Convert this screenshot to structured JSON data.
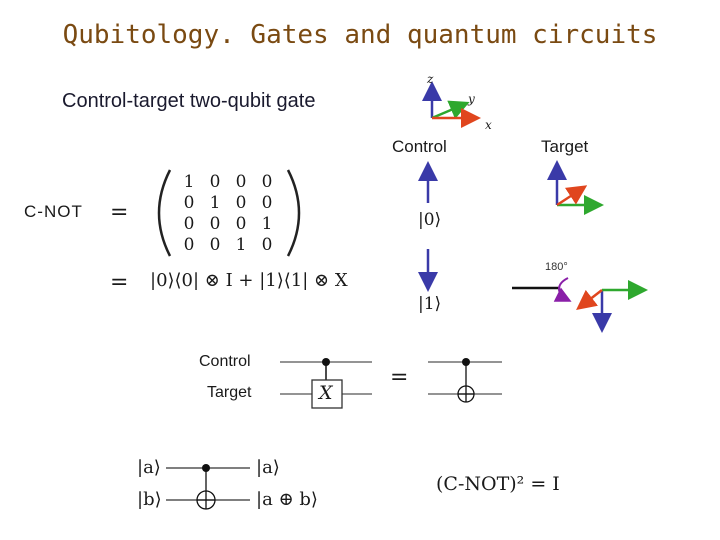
{
  "title": "Qubitology.  Gates and quantum circuits",
  "subtitle": "Control-target two-qubit gate",
  "axes_labels": {
    "z": "z",
    "y": "y",
    "x": "x"
  },
  "labels": {
    "control": "Control",
    "target": "Target",
    "ket0": "|0⟩",
    "ket1": "|1⟩",
    "rotation": "180°"
  },
  "cnot": {
    "name": "C-NOT",
    "equals": "=",
    "matrix": [
      [
        "1",
        "0",
        "0",
        "0"
      ],
      [
        "0",
        "1",
        "0",
        "0"
      ],
      [
        "0",
        "0",
        "0",
        "1"
      ],
      [
        "0",
        "0",
        "1",
        "0"
      ]
    ],
    "expansion": "|0⟩⟨0| ⊗ I + |1⟩⟨1| ⊗ X"
  },
  "circuit": {
    "control_label": "Control",
    "target_label": "Target",
    "gate_label": "X",
    "equals": "="
  },
  "truth_circuit": {
    "in_a": "|a⟩",
    "in_b": "|b⟩",
    "out_a": "|a⟩",
    "out_b": "|a ⊕ b⟩"
  },
  "identity": "(C-NOT)² = I",
  "colors": {
    "title": "#7a4a12",
    "blue_arrow": "#3a3aa8",
    "red_arrow": "#e0461e",
    "green_arrow": "#2ea82e",
    "rotation_arc": "#8a1fa8"
  }
}
